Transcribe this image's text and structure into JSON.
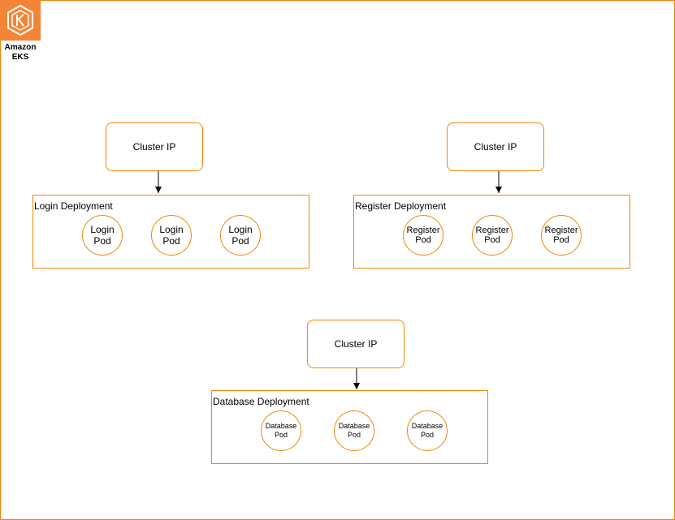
{
  "logo": {
    "icon": "eks-k-icon",
    "line1": "Amazon",
    "line2": "EKS"
  },
  "colors": {
    "accent": "#f08705",
    "logo_bg": "#f58536"
  },
  "clusters": [
    {
      "label": "Cluster IP"
    },
    {
      "label": "Cluster IP"
    },
    {
      "label": "Cluster IP"
    }
  ],
  "deployments": [
    {
      "title": "Login Deployment",
      "pods": [
        {
          "line1": "Login",
          "line2": "Pod"
        },
        {
          "line1": "Login",
          "line2": "Pod"
        },
        {
          "line1": "Login",
          "line2": "Pod"
        }
      ]
    },
    {
      "title": "Register Deployment",
      "pods": [
        {
          "line1": "Register",
          "line2": "Pod"
        },
        {
          "line1": "Register",
          "line2": "Pod"
        },
        {
          "line1": "Register",
          "line2": "Pod"
        }
      ]
    },
    {
      "title": "Database Deployment",
      "pods": [
        {
          "line1": "Database",
          "line2": "Pod"
        },
        {
          "line1": "Database",
          "line2": "Pod"
        },
        {
          "line1": "Database",
          "line2": "Pod"
        }
      ]
    }
  ]
}
